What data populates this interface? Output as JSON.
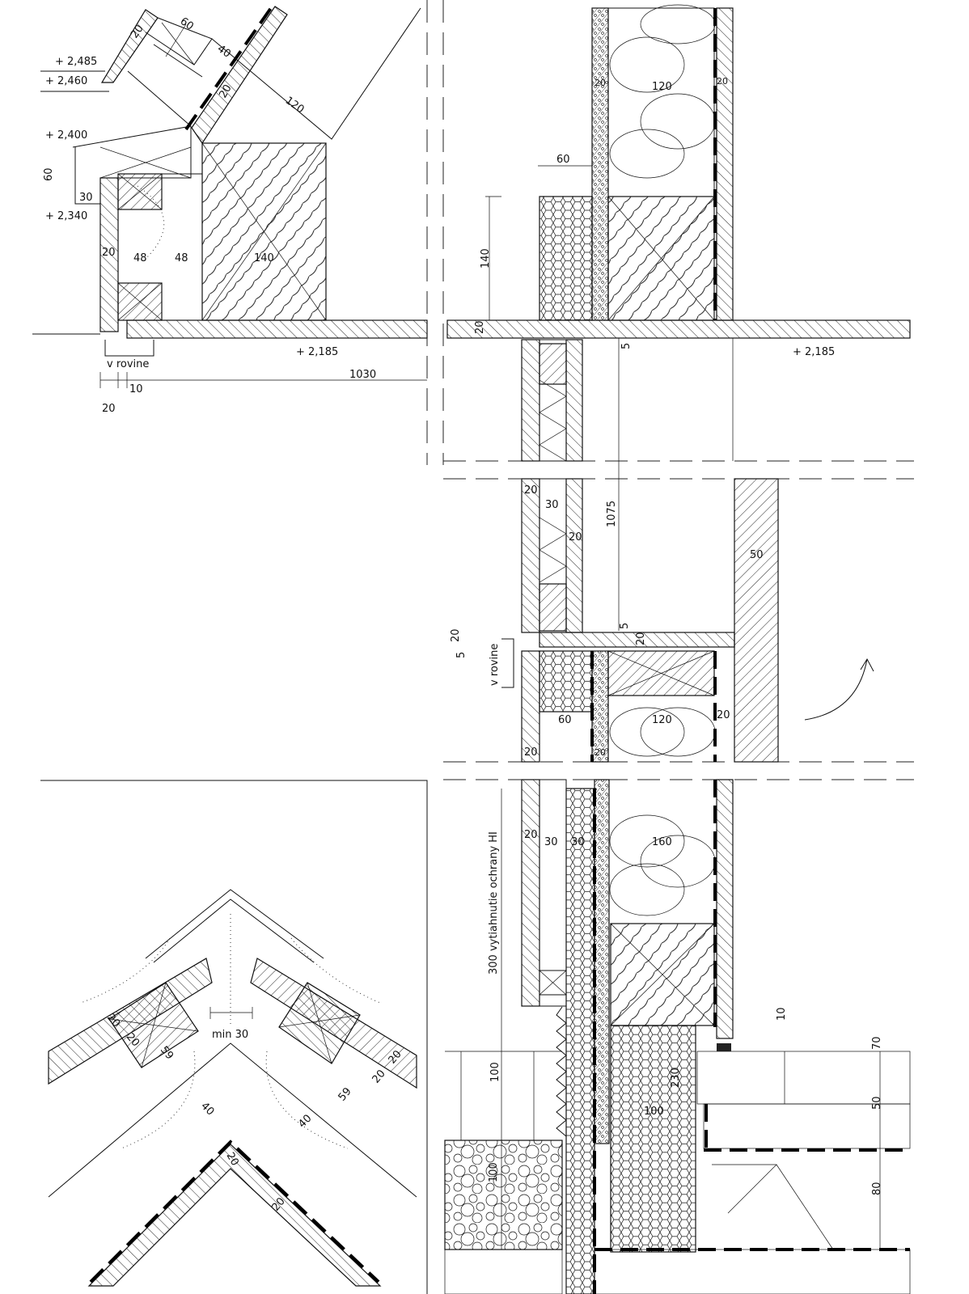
{
  "title": "Construction detail drawing",
  "colors": {
    "ink": "#111111",
    "paper": "#ffffff"
  },
  "labels": {
    "top_left": [
      "20",
      "60",
      "40",
      "20",
      "120",
      "+ 2,485",
      "+ 2,460",
      "+ 2,400",
      "60",
      "30",
      "+ 2,340",
      "20",
      "48",
      "48",
      "140",
      "v rovine",
      "+ 2,185",
      "10",
      "20",
      "1030"
    ],
    "top_right": [
      "60",
      "20",
      "120",
      "20",
      "140",
      "20",
      "5",
      "+ 2,185",
      "1075"
    ],
    "middle": [
      "20",
      "30",
      "20",
      "50",
      "20",
      "5",
      "v rovine",
      "5",
      "20",
      "60",
      "120",
      "20",
      "20",
      "20"
    ],
    "bottom_right": [
      "20",
      "30",
      "30",
      "160",
      "300 vytiahnutie ochrany HI",
      "100",
      "10",
      "70",
      "230",
      "50",
      "100",
      "100",
      "80"
    ],
    "bottom_left": [
      "min 30",
      "20",
      "20",
      "59",
      "20",
      "20",
      "59",
      "40",
      "40",
      "20",
      "20"
    ]
  }
}
